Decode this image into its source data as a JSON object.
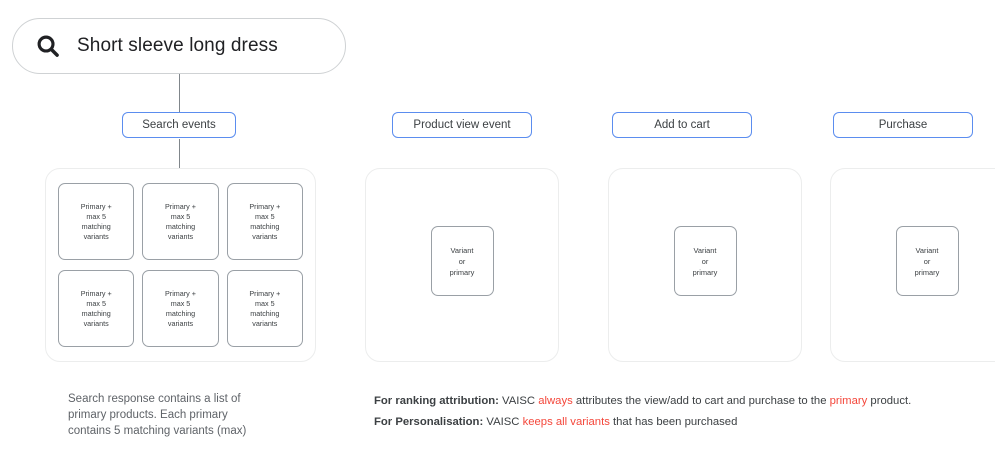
{
  "colors": {
    "accent_blue": "#5b8def",
    "highlight_red": "#f4473b",
    "card_border": "#9aa0a6",
    "panel_border": "#eceded",
    "text": "#3c4043",
    "muted_text": "#5f6368"
  },
  "search": {
    "icon": "search-icon",
    "query": "Short sleeve long dress"
  },
  "chips": [
    {
      "id": "search-events",
      "label": "Search events"
    },
    {
      "id": "product-view-event",
      "label": "Product view event"
    },
    {
      "id": "add-to-cart",
      "label": "Add to cart"
    },
    {
      "id": "purchase",
      "label": "Purchase"
    }
  ],
  "search_results_panel": {
    "cards": [
      {
        "text": "Primary +\nmax 5\nmatching\nvariants"
      },
      {
        "text": "Primary +\nmax 5\nmatching\nvariants"
      },
      {
        "text": "Primary +\nmax 5\nmatching\nvariants"
      },
      {
        "text": "Primary +\nmax 5\nmatching\nvariants"
      },
      {
        "text": "Primary +\nmax 5\nmatching\nvariants"
      },
      {
        "text": "Primary +\nmax 5\nmatching\nvariants"
      }
    ],
    "caption": "Search response contains a list of\nprimary products. Each primary\ncontains 5 matching variants (max)"
  },
  "event_panels": [
    {
      "id": "product-view",
      "card_text": "Variant\nor\nprimary"
    },
    {
      "id": "add-to-cart",
      "card_text": "Variant\nor\nprimary"
    },
    {
      "id": "purchase",
      "card_text": "Variant\nor\nprimary"
    }
  ],
  "notes": {
    "ranking": {
      "lead": "For ranking attribution:",
      "part1": " VAISC ",
      "hl1": "always",
      "part2": " attributes the view/add to cart and purchase to the ",
      "hl2": "primary",
      "part3": " product."
    },
    "personalisation": {
      "lead": "For Personalisation:",
      "part1": " VAISC ",
      "hl1": "keeps all variants",
      "part2": " that has been purchased"
    }
  }
}
